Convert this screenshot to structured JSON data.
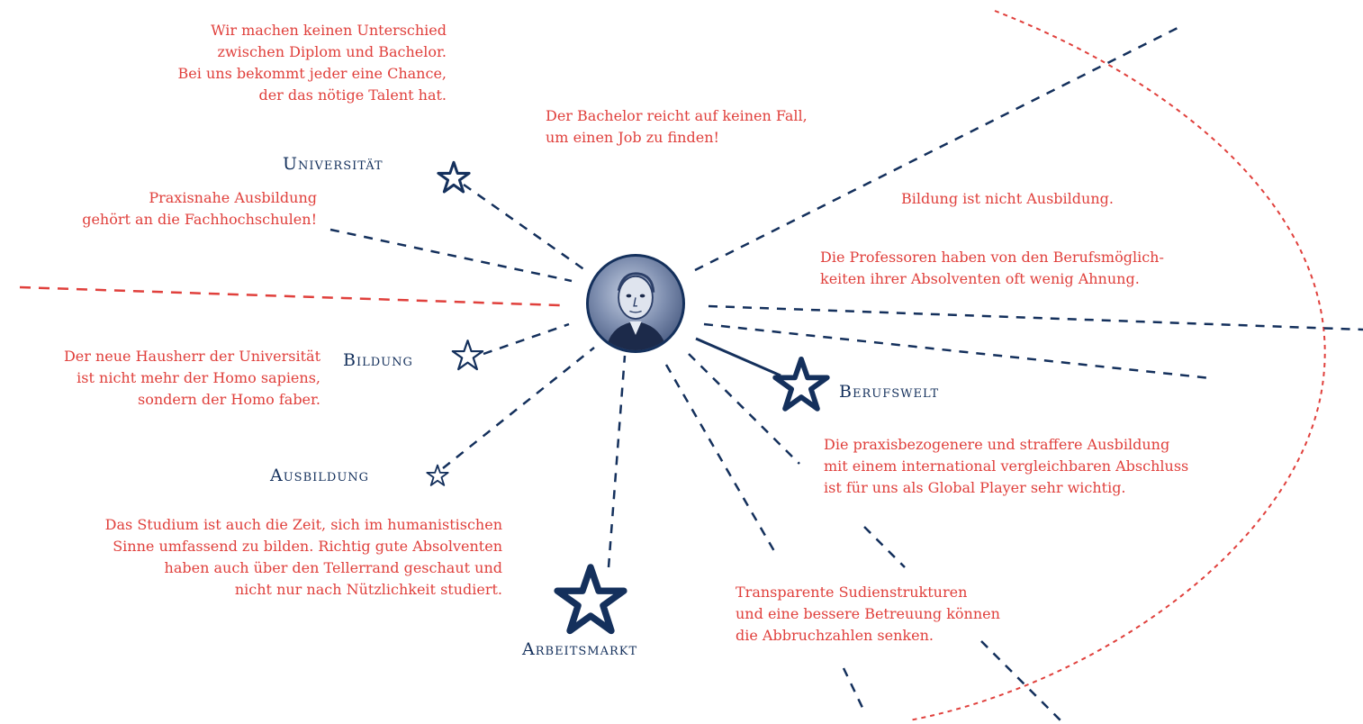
{
  "quotes": {
    "diplom_bachelor": "Wir machen keinen Unterschied\nzwischen Diplom und Bachelor.\nBei uns bekommt jeder eine Chance,\nder das nötige Talent hat.",
    "bachelor_job": "Der Bachelor reicht auf keinen Fall,\num einen Job zu finden!",
    "praxisnah": "Praxisnahe Ausbildung\ngehört an die Fachhochschulen!",
    "bildung_ausbildung": "Bildung ist nicht Ausbildung.",
    "professoren": "Die Professoren haben von den Berufsmöglich-\nkeiten ihrer Absolventen oft wenig Ahnung.",
    "hausherr": "Der neue Hausherr der Universität\nist nicht mehr der Homo sapiens,\nsondern der Homo faber.",
    "global_player": "Die praxisbezogenere und straffere Ausbildung\nmit einem international vergleichbaren Abschluss\nist für uns als Global Player sehr wichtig.",
    "studium": "Das Studium ist auch die Zeit, sich im humanistischen\nSinne umfassend zu bilden. Richtig gute Absolventen\nhaben auch über den Tellerrand geschaut und\nnicht nur nach Nützlichkeit studiert.",
    "transparent": "Transparente Sudienstrukturen\nund eine bessere Betreuung können\ndie Abbruchzahlen senken."
  },
  "labels": {
    "universitaet": "Universität",
    "bildung": "Bildung",
    "ausbildung": "Ausbildung",
    "arbeitsmarkt": "Arbeitsmarkt",
    "berufswelt": "Berufswelt"
  },
  "colors": {
    "navy": "#14305c",
    "red": "#e0403c"
  },
  "icons": {
    "center": "portrait-icon",
    "nodes": "star-icon"
  }
}
